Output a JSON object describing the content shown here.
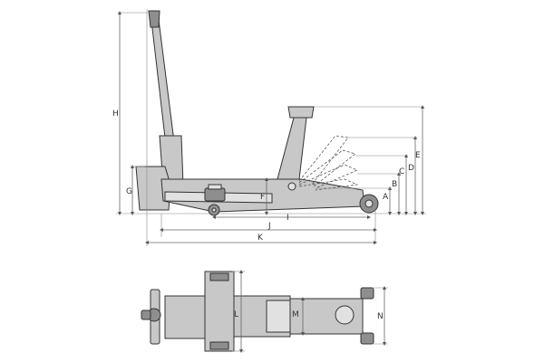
{
  "dimensions": {
    "A": "A",
    "B": "B",
    "C": "C",
    "D": "D",
    "E": "E",
    "F": "F",
    "G": "G",
    "H": "H",
    "I": "I",
    "J": "J",
    "K": "K",
    "L": "L",
    "M": "M",
    "N": "N"
  }
}
